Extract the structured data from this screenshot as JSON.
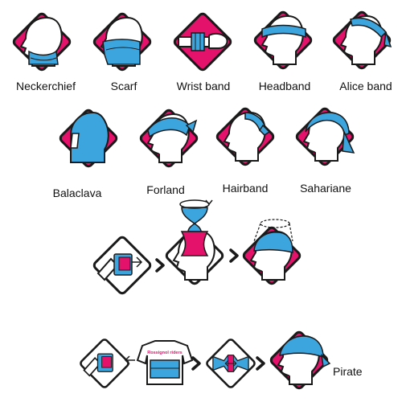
{
  "colors": {
    "magenta": "#e4126b",
    "blue": "#3da5de",
    "outline": "#1a1a1a",
    "skin": "#ffffff"
  },
  "row1": [
    {
      "id": "neckerchief",
      "label": "Neckerchief",
      "icon": "neckerchief-icon"
    },
    {
      "id": "scarf",
      "label": "Scarf",
      "icon": "scarf-icon"
    },
    {
      "id": "wrist-band",
      "label": "Wrist band",
      "icon": "wrist-band-icon"
    },
    {
      "id": "headband",
      "label": "Headband",
      "icon": "headband-icon"
    },
    {
      "id": "alice-band",
      "label": "Alice band",
      "icon": "alice-band-icon"
    }
  ],
  "row2": [
    {
      "id": "balaclava",
      "label": "Balaclava",
      "icon": "balaclava-icon"
    },
    {
      "id": "forland",
      "label": "Forland",
      "icon": "forland-icon"
    },
    {
      "id": "hairband",
      "label": "Hairband",
      "icon": "hairband-icon"
    },
    {
      "id": "sahariane",
      "label": "Sahariane",
      "icon": "sahariane-icon"
    }
  ],
  "sequence_hat": {
    "steps": [
      "fold-tube-icon",
      "twist-tube-icon",
      "hat-head-icon"
    ]
  },
  "sequence_pirate": {
    "label": "Pirate",
    "shirt_brand": "Rossignol riders",
    "steps": [
      "fold-tube-icon",
      "shirt-tube-icon",
      "stretch-tube-icon",
      "pirate-head-icon"
    ]
  }
}
